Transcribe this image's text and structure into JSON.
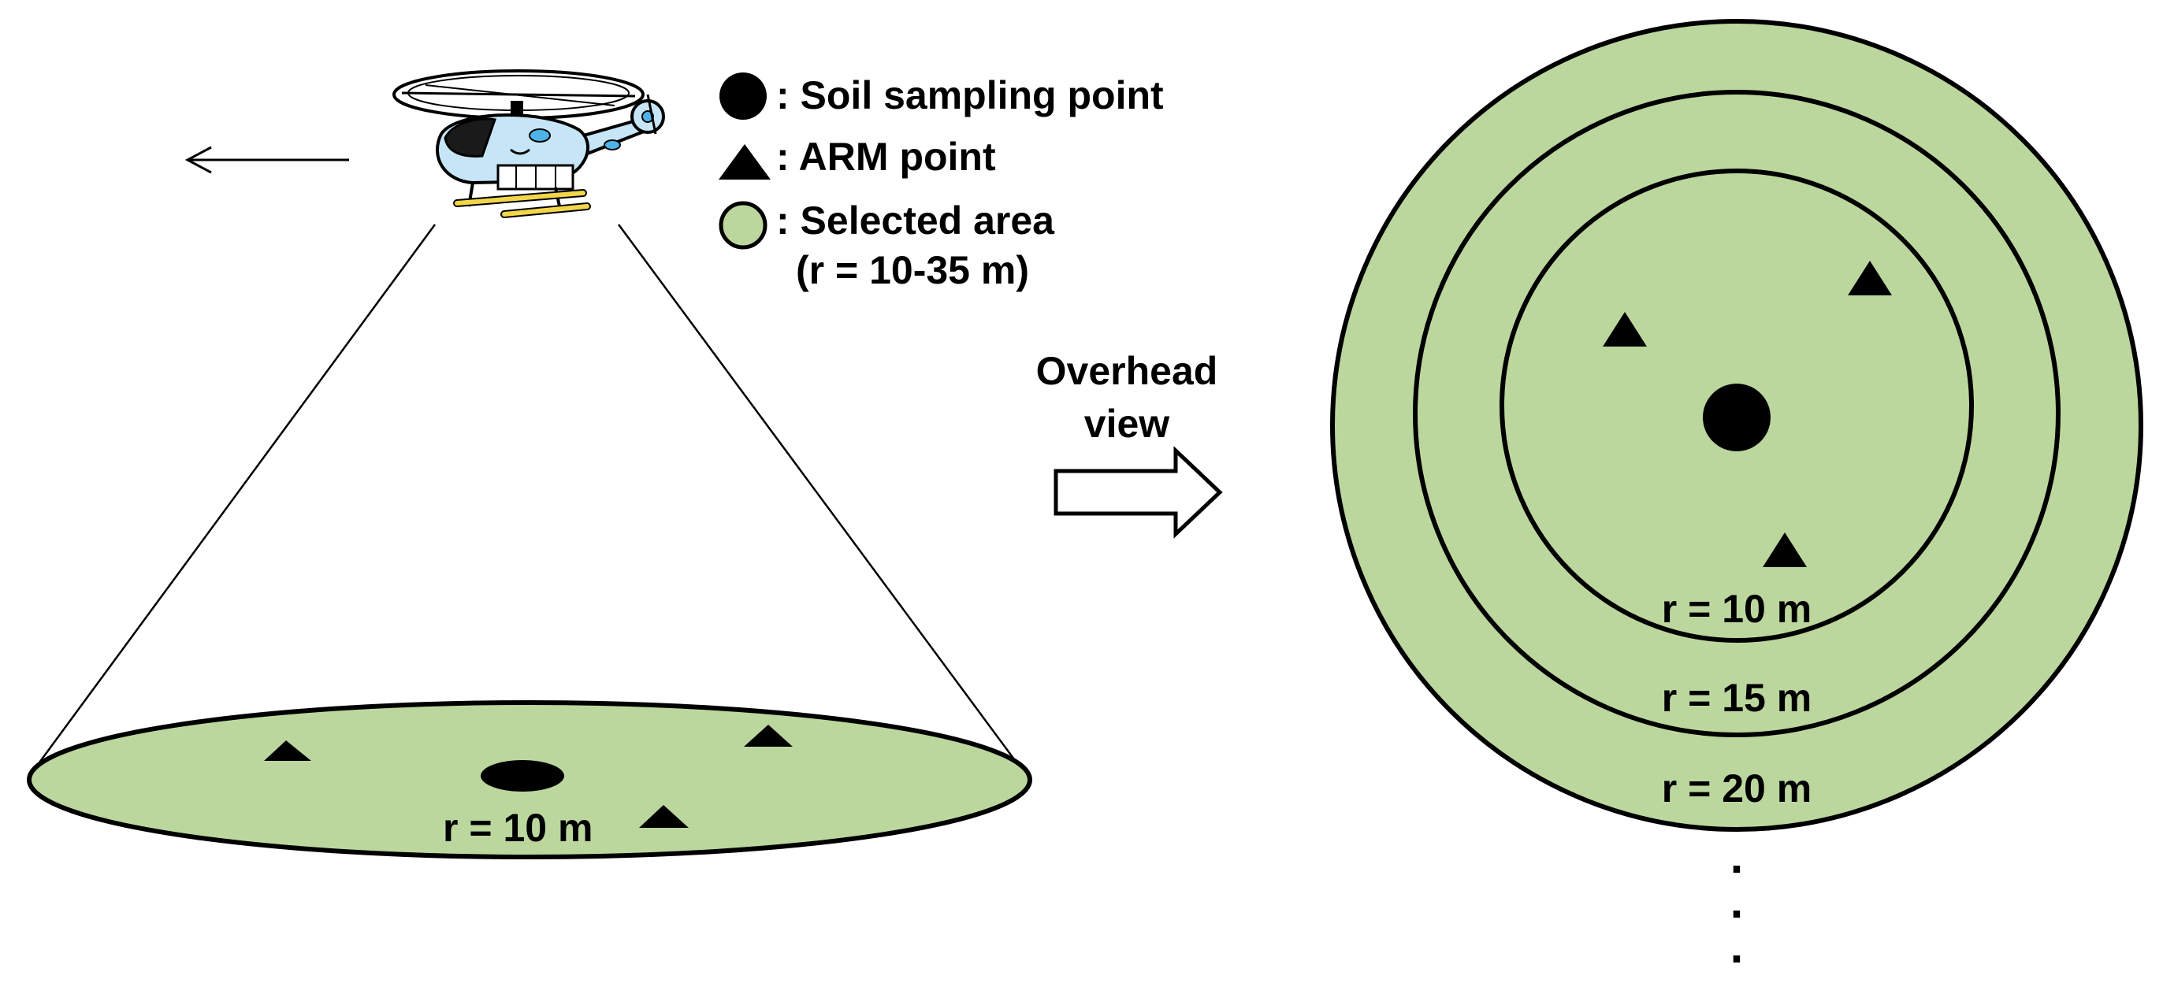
{
  "legend": {
    "soil_label": ": Soil sampling point",
    "arm_label": ": ARM  point",
    "area_label": ": Selected area",
    "area_range": "(r = 10-35 m)"
  },
  "side_view": {
    "radius_label": "r = 10 m"
  },
  "transition": {
    "line1": "Overhead",
    "line2": "view"
  },
  "overhead_view": {
    "rings": [
      {
        "label": "r = 10 m"
      },
      {
        "label": "r = 15 m"
      },
      {
        "label": "r = 20 m"
      }
    ],
    "continuation": "."
  },
  "colors": {
    "area_fill": "#bcd79e",
    "outline": "#000000",
    "helicopter_body": "#c6e6f7",
    "helicopter_accent": "#4db3e8",
    "helicopter_skids": "#f2d64a"
  },
  "icons": [
    "helicopter-icon",
    "direction-arrow-icon",
    "block-arrow-icon"
  ]
}
